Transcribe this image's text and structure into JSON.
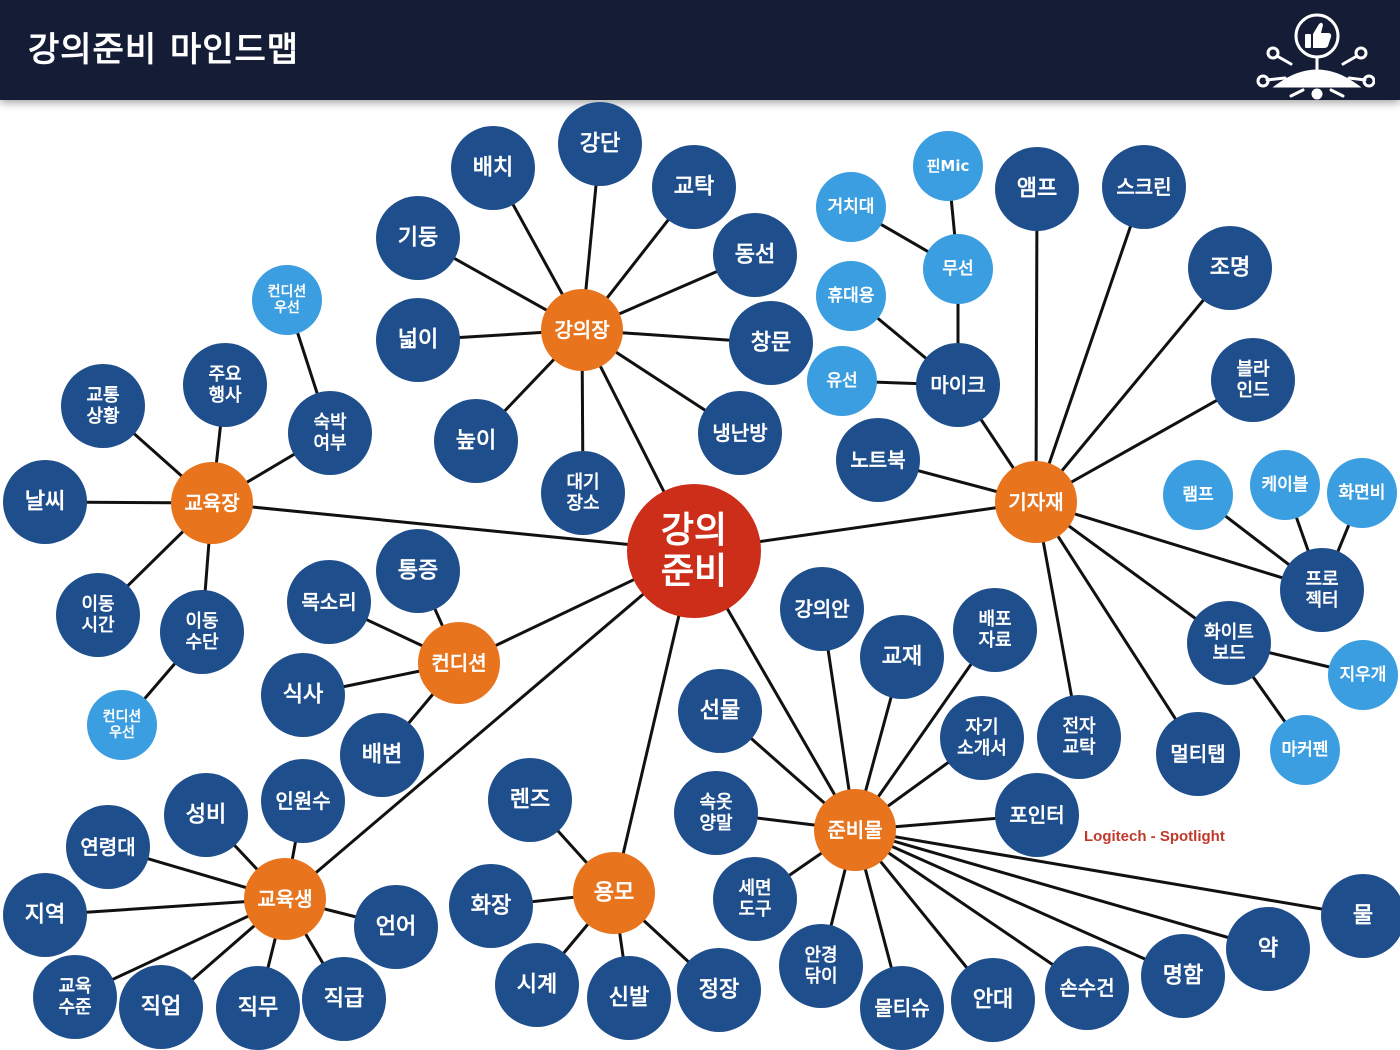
{
  "header": {
    "title": "강의준비 마인드맵",
    "logo_icon": "thumbs-up-network-icon"
  },
  "colors": {
    "header_bg": "#141c36",
    "center": "#cc2e1a",
    "hub": "#e8741e",
    "leaf": "#1f4e8c",
    "leaf_light": "#3b9ee0",
    "edge": "#111111",
    "annotation": "#c0392b"
  },
  "annotation": "Logitech - Spotlight",
  "center": {
    "id": "center",
    "label": [
      "강의",
      "준비"
    ]
  },
  "hubs": [
    {
      "id": "gangeuijang",
      "label": [
        "강의장"
      ]
    },
    {
      "id": "gyoyukjang",
      "label": [
        "교육장"
      ]
    },
    {
      "id": "gijajae",
      "label": [
        "기자재"
      ]
    },
    {
      "id": "condition",
      "label": [
        "컨디션"
      ]
    },
    {
      "id": "junbimul",
      "label": [
        "준비물"
      ]
    },
    {
      "id": "yongmo",
      "label": [
        "용모"
      ]
    },
    {
      "id": "gyoyuksaeng",
      "label": [
        "교육생"
      ]
    }
  ],
  "leaves": [
    {
      "id": "baechi",
      "parent": "gangeuijang",
      "label": [
        "배치"
      ]
    },
    {
      "id": "gangdan",
      "parent": "gangeuijang",
      "label": [
        "강단"
      ]
    },
    {
      "id": "gyotak1",
      "parent": "gangeuijang",
      "label": [
        "교탁"
      ]
    },
    {
      "id": "gidung",
      "parent": "gangeuijang",
      "label": [
        "기둥"
      ]
    },
    {
      "id": "dongseon",
      "parent": "gangeuijang",
      "label": [
        "동선"
      ]
    },
    {
      "id": "neolbi",
      "parent": "gangeuijang",
      "label": [
        "넓이"
      ]
    },
    {
      "id": "changmun",
      "parent": "gangeuijang",
      "label": [
        "창문"
      ]
    },
    {
      "id": "nopi",
      "parent": "gangeuijang",
      "label": [
        "높이"
      ]
    },
    {
      "id": "naengnanbang",
      "parent": "gangeuijang",
      "label": [
        "냉난방"
      ]
    },
    {
      "id": "daegi",
      "parent": "gangeuijang",
      "label": [
        "대기",
        "장소"
      ]
    },
    {
      "id": "cond_top",
      "parent": "sukbak",
      "label": [
        "컨디션",
        "우선"
      ],
      "light": true
    },
    {
      "id": "juyo",
      "parent": "gyoyukjang",
      "label": [
        "주요",
        "행사"
      ]
    },
    {
      "id": "gyotong",
      "parent": "gyoyukjang",
      "label": [
        "교통",
        "상황"
      ]
    },
    {
      "id": "sukbak",
      "parent": "gyoyukjang",
      "label": [
        "숙박",
        "여부"
      ]
    },
    {
      "id": "nalssi",
      "parent": "gyoyukjang",
      "label": [
        "날씨"
      ]
    },
    {
      "id": "idong_sigan",
      "parent": "gyoyukjang",
      "label": [
        "이동",
        "시간"
      ]
    },
    {
      "id": "idong_sudan",
      "parent": "gyoyukjang",
      "label": [
        "이동",
        "수단"
      ]
    },
    {
      "id": "cond_bottom",
      "parent": "idong_sudan",
      "label": [
        "컨디션",
        "우선"
      ],
      "light": true
    },
    {
      "id": "pinmic",
      "parent": "museon",
      "label": [
        "핀Mic"
      ],
      "light": true
    },
    {
      "id": "geochidae",
      "parent": "museon",
      "label": [
        "거치대"
      ],
      "light": true
    },
    {
      "id": "museon",
      "parent": "maikeu",
      "label": [
        "무선"
      ],
      "light": true
    },
    {
      "id": "hyudaeyong",
      "parent": "maikeu",
      "label": [
        "휴대용"
      ],
      "light": true
    },
    {
      "id": "yuseon",
      "parent": "maikeu",
      "label": [
        "유선"
      ],
      "light": true
    },
    {
      "id": "maikeu",
      "parent": "gijajae",
      "label": [
        "마이크"
      ]
    },
    {
      "id": "aempeu",
      "parent": "gijajae",
      "label": [
        "앰프"
      ]
    },
    {
      "id": "seukeurin",
      "parent": "gijajae",
      "label": [
        "스크린"
      ]
    },
    {
      "id": "jomyeong",
      "parent": "gijajae",
      "label": [
        "조명"
      ]
    },
    {
      "id": "beullaindeu",
      "parent": "gijajae",
      "label": [
        "블라",
        "인드"
      ]
    },
    {
      "id": "noteubuk",
      "parent": "gijajae",
      "label": [
        "노트북"
      ]
    },
    {
      "id": "peurojekteo",
      "parent": "gijajae",
      "label": [
        "프로",
        "젝터"
      ]
    },
    {
      "id": "raempeu",
      "parent": "peurojekteo",
      "label": [
        "램프"
      ],
      "light": true
    },
    {
      "id": "keibeul",
      "parent": "peurojekteo",
      "label": [
        "케이블"
      ],
      "light": true
    },
    {
      "id": "hwamyeonbi",
      "parent": "peurojekteo",
      "label": [
        "화면비"
      ],
      "light": true
    },
    {
      "id": "whiteboard",
      "parent": "gijajae",
      "label": [
        "화이트",
        "보드"
      ]
    },
    {
      "id": "jiugae",
      "parent": "whiteboard",
      "label": [
        "지우개"
      ],
      "light": true
    },
    {
      "id": "makeopen",
      "parent": "whiteboard",
      "label": [
        "마커펜"
      ],
      "light": true
    },
    {
      "id": "jeonja",
      "parent": "gijajae",
      "label": [
        "전자",
        "교탁"
      ]
    },
    {
      "id": "meoltitap",
      "parent": "gijajae",
      "label": [
        "멀티탭"
      ]
    },
    {
      "id": "tongjeung",
      "parent": "condition",
      "label": [
        "통증"
      ]
    },
    {
      "id": "moksori",
      "parent": "condition",
      "label": [
        "목소리"
      ]
    },
    {
      "id": "siksa",
      "parent": "condition",
      "label": [
        "식사"
      ]
    },
    {
      "id": "baebyeon",
      "parent": "condition",
      "label": [
        "배변"
      ]
    },
    {
      "id": "gangeuian",
      "parent": "junbimul",
      "label": [
        "강의안"
      ]
    },
    {
      "id": "gyojae",
      "parent": "junbimul",
      "label": [
        "교재"
      ]
    },
    {
      "id": "baepo",
      "parent": "junbimul",
      "label": [
        "배포",
        "자료"
      ]
    },
    {
      "id": "seonmul",
      "parent": "junbimul",
      "label": [
        "선물"
      ]
    },
    {
      "id": "jagi",
      "parent": "junbimul",
      "label": [
        "자기",
        "소개서"
      ]
    },
    {
      "id": "sogot",
      "parent": "junbimul",
      "label": [
        "속옷",
        "양말"
      ]
    },
    {
      "id": "pointer",
      "parent": "junbimul",
      "label": [
        "포인터"
      ]
    },
    {
      "id": "semyeon",
      "parent": "junbimul",
      "label": [
        "세면",
        "도구"
      ]
    },
    {
      "id": "angyeong",
      "parent": "junbimul",
      "label": [
        "안경",
        "닦이"
      ]
    },
    {
      "id": "multisyu",
      "parent": "junbimul",
      "label": [
        "물티슈"
      ]
    },
    {
      "id": "andae",
      "parent": "junbimul",
      "label": [
        "안대"
      ]
    },
    {
      "id": "sonsugeon",
      "parent": "junbimul",
      "label": [
        "손수건"
      ]
    },
    {
      "id": "myeongham",
      "parent": "junbimul",
      "label": [
        "명함"
      ]
    },
    {
      "id": "yak",
      "parent": "junbimul",
      "label": [
        "약"
      ]
    },
    {
      "id": "mul",
      "parent": "junbimul",
      "label": [
        "물"
      ]
    },
    {
      "id": "renjeu",
      "parent": "yongmo",
      "label": [
        "렌즈"
      ]
    },
    {
      "id": "hwajang",
      "parent": "yongmo",
      "label": [
        "화장"
      ]
    },
    {
      "id": "sigye",
      "parent": "yongmo",
      "label": [
        "시계"
      ]
    },
    {
      "id": "sinbal",
      "parent": "yongmo",
      "label": [
        "신발"
      ]
    },
    {
      "id": "jeongjang",
      "parent": "yongmo",
      "label": [
        "정장"
      ]
    },
    {
      "id": "seongbi",
      "parent": "gyoyuksaeng",
      "label": [
        "성비"
      ]
    },
    {
      "id": "inwonsu",
      "parent": "gyoyuksaeng",
      "label": [
        "인원수"
      ]
    },
    {
      "id": "yeonryeongdae",
      "parent": "gyoyuksaeng",
      "label": [
        "연령대"
      ]
    },
    {
      "id": "jiyeok",
      "parent": "gyoyuksaeng",
      "label": [
        "지역"
      ]
    },
    {
      "id": "eoneo",
      "parent": "gyoyuksaeng",
      "label": [
        "언어"
      ]
    },
    {
      "id": "gyoyuk_sujun",
      "parent": "gyoyuksaeng",
      "label": [
        "교육",
        "수준"
      ]
    },
    {
      "id": "jigeop",
      "parent": "gyoyuksaeng",
      "label": [
        "직업"
      ]
    },
    {
      "id": "jikmu",
      "parent": "gyoyuksaeng",
      "label": [
        "직무"
      ]
    },
    {
      "id": "jikgeup",
      "parent": "gyoyuksaeng",
      "label": [
        "직급"
      ]
    }
  ]
}
